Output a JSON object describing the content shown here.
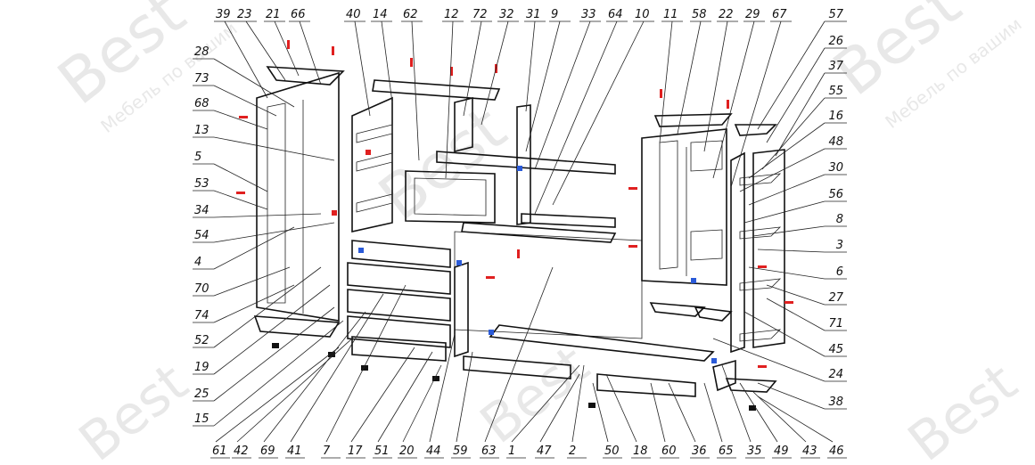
{
  "watermark": {
    "brand": "Best",
    "tagline": "Мебель по вашим"
  },
  "callouts": {
    "top": [
      "39",
      "23",
      "21",
      "66",
      "40",
      "14",
      "62",
      "12",
      "72",
      "32",
      "31",
      "9",
      "33",
      "64",
      "10",
      "11",
      "58",
      "22",
      "29",
      "67"
    ],
    "right": [
      "57",
      "26",
      "37",
      "55",
      "16",
      "48",
      "30",
      "56",
      "8",
      "3",
      "6",
      "27",
      "71",
      "45",
      "24",
      "38"
    ],
    "left": [
      "28",
      "73",
      "68",
      "13",
      "5",
      "53",
      "34",
      "54",
      "4",
      "70",
      "74",
      "52",
      "19",
      "25",
      "15"
    ],
    "bottom": [
      "61",
      "42",
      "69",
      "41",
      "7",
      "17",
      "51",
      "20",
      "44",
      "59",
      "63",
      "1",
      "47",
      "2",
      "50",
      "18",
      "60",
      "36",
      "65",
      "35",
      "49",
      "43",
      "46"
    ]
  },
  "colors": {
    "line": "#111111",
    "fastener_red": "#e02020",
    "fastener_blue": "#2a5ad8",
    "watermark": "#d6d6d6"
  }
}
